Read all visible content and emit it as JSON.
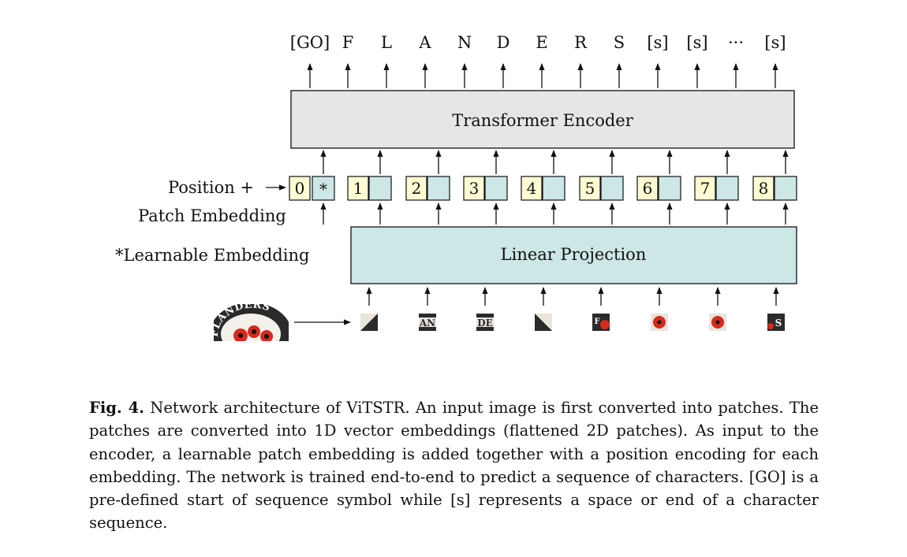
{
  "output_tokens": [
    "[GO]",
    "F",
    "L",
    "A",
    "N",
    "D",
    "E",
    "R",
    "S",
    "[s]",
    "[s]",
    "···",
    "[s]"
  ],
  "transformer_label": "Transformer Encoder",
  "linear_label": "Linear Projection",
  "position_label": "Position +",
  "patch_embedding_label": "Patch Embedding",
  "learnable_label": "*Learnable Embedding",
  "token_index_labels": [
    "0",
    "1",
    "2",
    "3",
    "4",
    "5",
    "6",
    "7",
    "8"
  ],
  "learnable_symbol": "*",
  "input_image_text": "FLANDERS",
  "patch_texts": [
    "",
    "AN",
    "DE",
    "",
    "F",
    "",
    "",
    "S"
  ],
  "caption": {
    "label": "Fig. 4.",
    "text": "Network architecture of ViTSTR. An input image is first converted into patches. The patches are converted into 1D vector embeddings (flattened 2D patches). As input to the encoder, a learnable patch embedding is added together with a position encoding for each embedding. The network is trained end-to-end to predict a sequence of characters. [GO] is a pre-defined start of sequence symbol while [s] represents a space or end of a character sequence."
  },
  "colors": {
    "transformer_fill": "#e6e6e6",
    "linear_fill": "#cde6e6",
    "position_fill": "#fffbd2",
    "patch_fill": "#cde6e6",
    "poppy_red": "#d52a1e",
    "badge_dark": "#2a2a2a"
  }
}
